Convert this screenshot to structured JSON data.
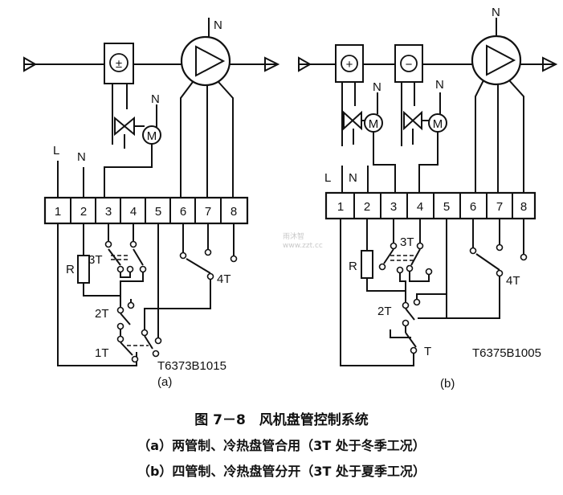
{
  "figure_title": "图 7－8　风机盘管控制系统",
  "caption_a": "（a）两管制、冷热盘管合用（3T 处于冬季工况）",
  "caption_b": "（b）四管制、冷热盘管分开（3T 处于夏季工况）",
  "diagram_a": {
    "sublabel": "(a)",
    "part_number": "T6373B1015",
    "terminals": [
      "1",
      "2",
      "3",
      "4",
      "5",
      "6",
      "7",
      "8"
    ],
    "labels": {
      "L": "L",
      "N_supply": "N",
      "N_motor": "N",
      "N_fan": "N",
      "R": "R",
      "t3": "3T",
      "t2": "2T",
      "t1": "1T",
      "t4": "4T"
    },
    "coil_symbol": "±",
    "motor_symbol": "M"
  },
  "diagram_b": {
    "sublabel": "(b)",
    "part_number": "T6375B1005",
    "terminals": [
      "1",
      "2",
      "3",
      "4",
      "5",
      "6",
      "7",
      "8"
    ],
    "labels": {
      "L": "L",
      "N_supply": "N",
      "N_motor1": "N",
      "N_motor2": "N",
      "N_fan": "N",
      "R": "R",
      "t3": "3T",
      "t2": "2T",
      "t": "T",
      "t4": "4T"
    },
    "coil_heat_symbol": "+",
    "coil_cool_symbol": "−",
    "motor_symbol": "M"
  },
  "watermark": {
    "line1": "雨沐智",
    "line2": "www.zzt.cc"
  }
}
